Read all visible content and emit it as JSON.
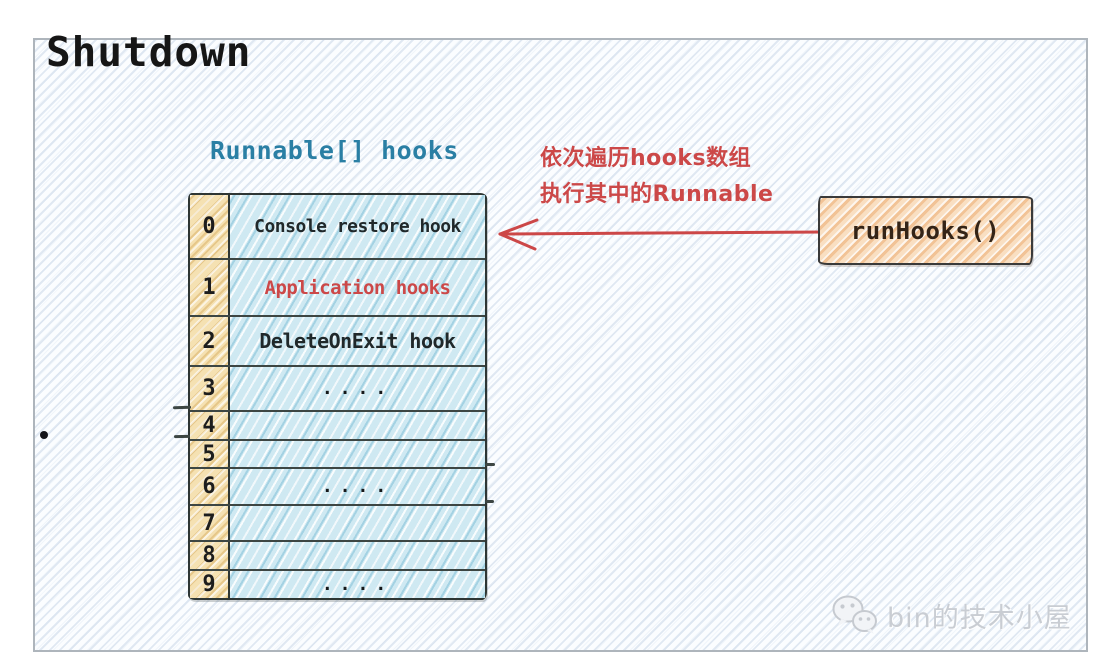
{
  "title": "Shutdown",
  "colors": {
    "red": "#cc4848",
    "teal": "#2a7fa4",
    "index_bg": "#f5e1b2",
    "cell_bg": "#cfe9f2",
    "box_bg": "#f9dfc2",
    "watermark_gray": "#c9cdd3"
  },
  "array_label": "Runnable[] hooks",
  "array": {
    "rows": [
      {
        "index": "0",
        "value": "Console restore hook"
      },
      {
        "index": "1",
        "value": "Application hooks"
      },
      {
        "index": "2",
        "value": "DeleteOnExit hook"
      },
      {
        "index": "3",
        "value": "...."
      },
      {
        "index": "4",
        "value": ""
      },
      {
        "index": "5",
        "value": ""
      },
      {
        "index": "6",
        "value": "...."
      },
      {
        "index": "7",
        "value": ""
      },
      {
        "index": "8",
        "value": ""
      },
      {
        "index": "9",
        "value": "...."
      }
    ]
  },
  "annotation": {
    "line1": "依次遍历hooks数组",
    "line2": "执行其中的Runnable"
  },
  "function_box": {
    "label": "runHooks()"
  },
  "watermark": {
    "text": "bin的技术小屋"
  }
}
